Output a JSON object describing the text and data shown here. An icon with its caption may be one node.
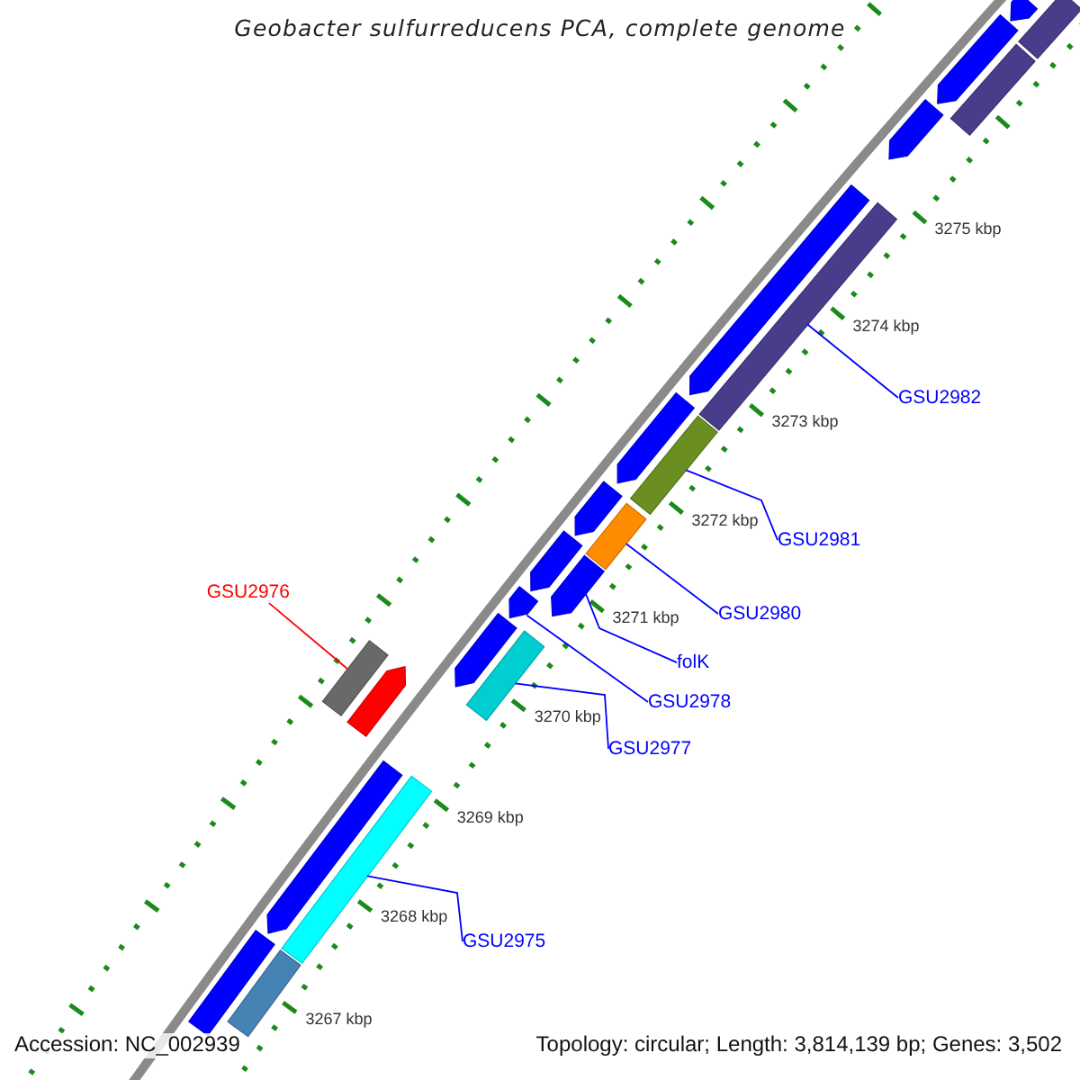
{
  "diagram": {
    "title": "Geobacter sulfurreducens PCA, complete genome",
    "nodes": [
      {
        "text": [],
        "shape": "pentagon"
      },
      {
        "text": [],
        "shape": "pentagon"
      },
      {
        "text": [],
        "shape": "pentagon"
      },
      {
        "text": [],
        "shape": "pentagon"
      },
      {
        "text": [],
        "shape": "pentagon"
      },
      {
        "text": [],
        "shape": "pentagon"
      },
      {
        "text": [],
        "shape": "pentagon"
      },
      {
        "text": [],
        "shape": "pentagon"
      },
      {
        "text": [],
        "shape": "pentagon"
      },
      {
        "text": [],
        "shape": "pentagon"
      },
      {
        "text": [],
        "shape": "bar"
      },
      {
        "text": [],
        "shape": "bar"
      },
      {
        "text": [],
        "shape": "bar"
      },
      {
        "text": [],
        "shape": "bar"
      },
      {
        "text": [],
        "shape": "bar"
      },
      {
        "text": [],
        "shape": "bar"
      },
      {
        "text": [],
        "shape": "pentagon"
      },
      {
        "text": [],
        "shape": "bar"
      },
      {
        "text": [],
        "shape": "bar"
      },
      {
        "text": [],
        "shape": "bar"
      },
      {
        "text": [],
        "shape": "bar"
      },
      {
        "text": [],
        "shape": "pentagon"
      },
      {
        "text": [
          "GSU2982"
        ]
      },
      {
        "text": [
          "GSU2981"
        ]
      },
      {
        "text": [
          "GSU2976"
        ]
      },
      {
        "text": [
          "GSU2980"
        ]
      },
      {
        "text": [
          "folK"
        ]
      },
      {
        "text": [
          "GSU2978"
        ]
      },
      {
        "text": [
          "GSU2977"
        ]
      },
      {
        "text": [
          "GSU2975"
        ]
      }
    ],
    "edges": [
      {
        "from": 22,
        "to": 13,
        "arrow": "none"
      },
      {
        "from": 23,
        "to": 14,
        "arrow": "none"
      },
      {
        "from": 24,
        "to": 20,
        "arrow": "none",
        "color": "#ff0000"
      },
      {
        "from": 25,
        "to": 15,
        "arrow": "none"
      },
      {
        "from": 26,
        "to": 16,
        "arrow": "none"
      },
      {
        "from": 27,
        "to": 7,
        "arrow": "none"
      },
      {
        "from": 28,
        "to": 17,
        "arrow": "none"
      },
      {
        "from": 29,
        "to": 18,
        "arrow": "none"
      }
    ],
    "labels": [
      "3275 kbp",
      "3274 kbp",
      "3273 kbp",
      "3272 kbp",
      "3271 kbp",
      "3270 kbp",
      "3269 kbp",
      "3268 kbp",
      "3267 kbp",
      "Accession: NC_002939",
      "Topology: circular; Length: 3,814,139 bp; Genes: 3,502"
    ]
  }
}
